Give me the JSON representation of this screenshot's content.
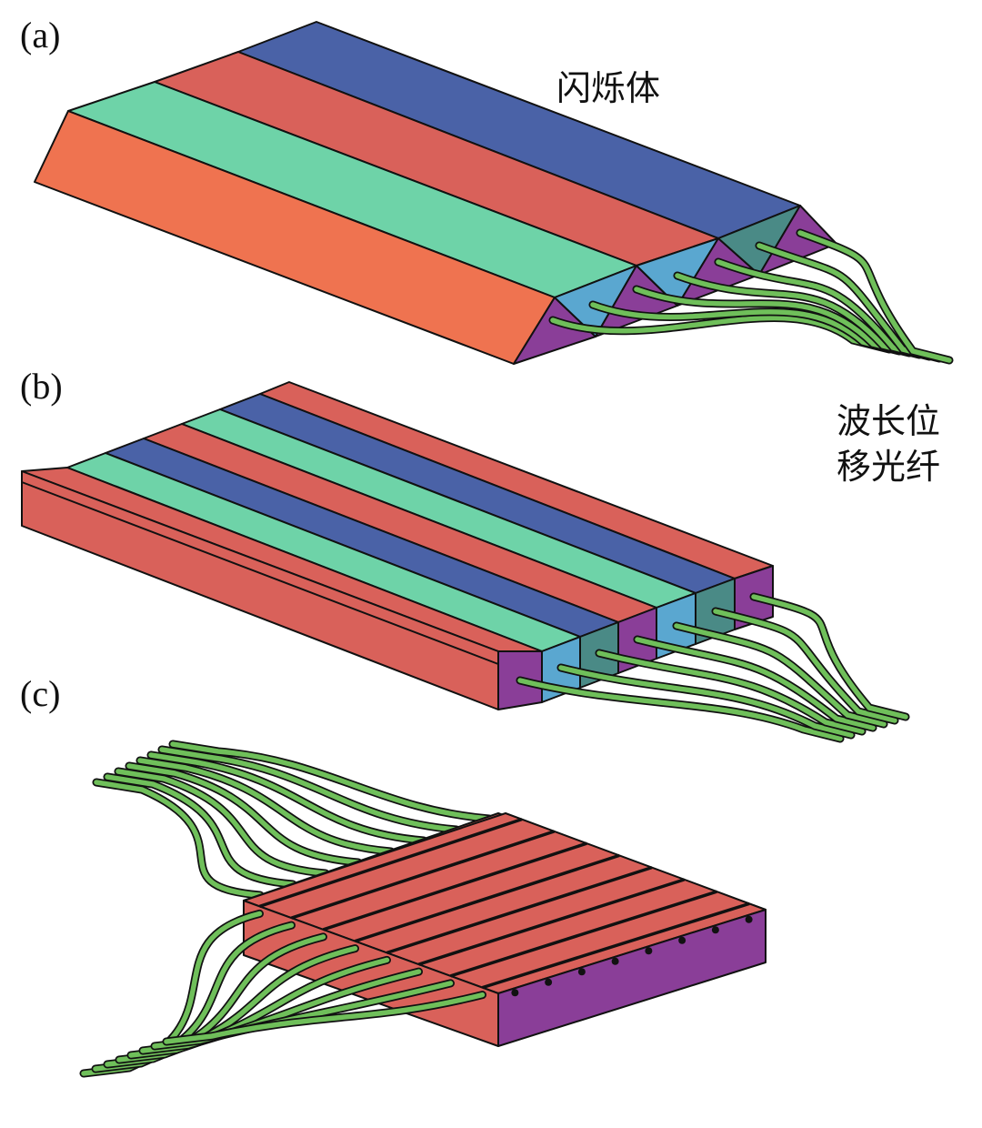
{
  "figure": {
    "panels": [
      {
        "id": "a",
        "label": "(a)"
      },
      {
        "id": "b",
        "label": "(b)"
      },
      {
        "id": "c",
        "label": "(c)"
      }
    ],
    "annotations": {
      "scintillator": "闪烁体",
      "wls_fiber_line1": "波长位",
      "wls_fiber_line2": "移光纤"
    },
    "colors": {
      "red": "#d9615a",
      "orange": "#ef7350",
      "teal": "#6ed3a8",
      "blue": "#4a62a7",
      "cyan_end": "#5aa7d0",
      "dark_teal_end": "#4a8a86",
      "purple": "#8a3e98",
      "fiber": "#6fbf5a"
    }
  }
}
